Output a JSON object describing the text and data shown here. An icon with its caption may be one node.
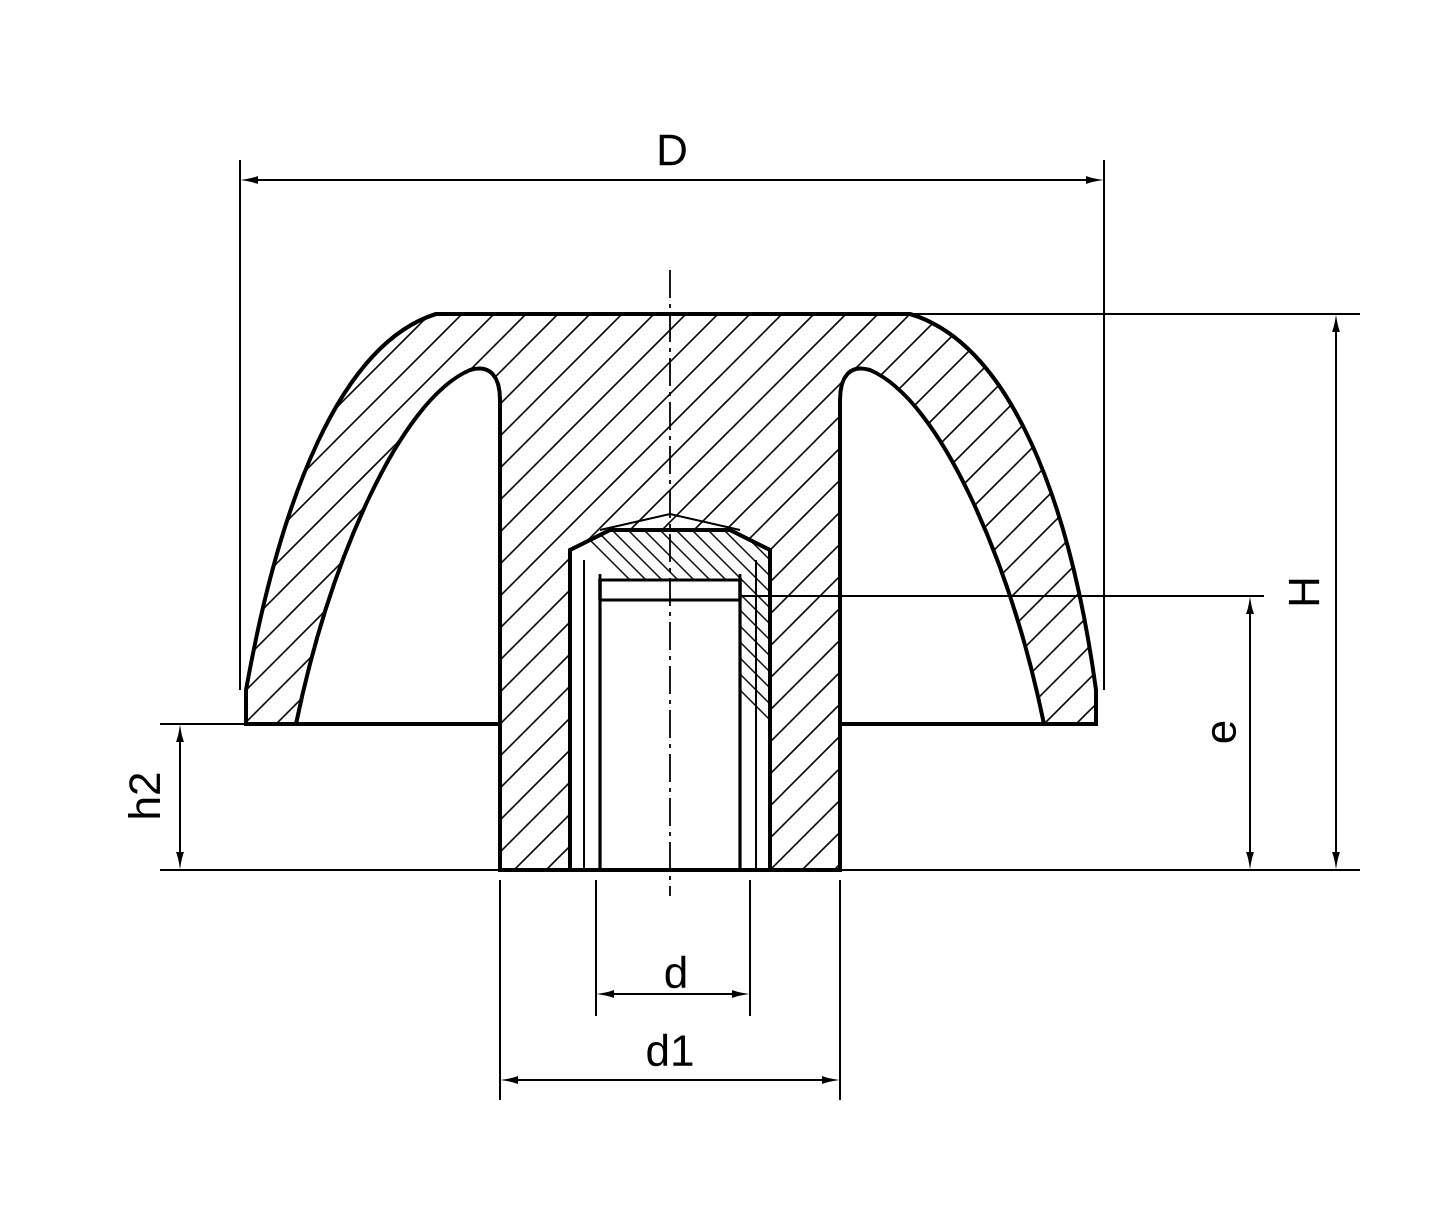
{
  "diagram": {
    "labels": [
      "D",
      "H",
      "e",
      "h2",
      "d",
      "d1"
    ]
  }
}
